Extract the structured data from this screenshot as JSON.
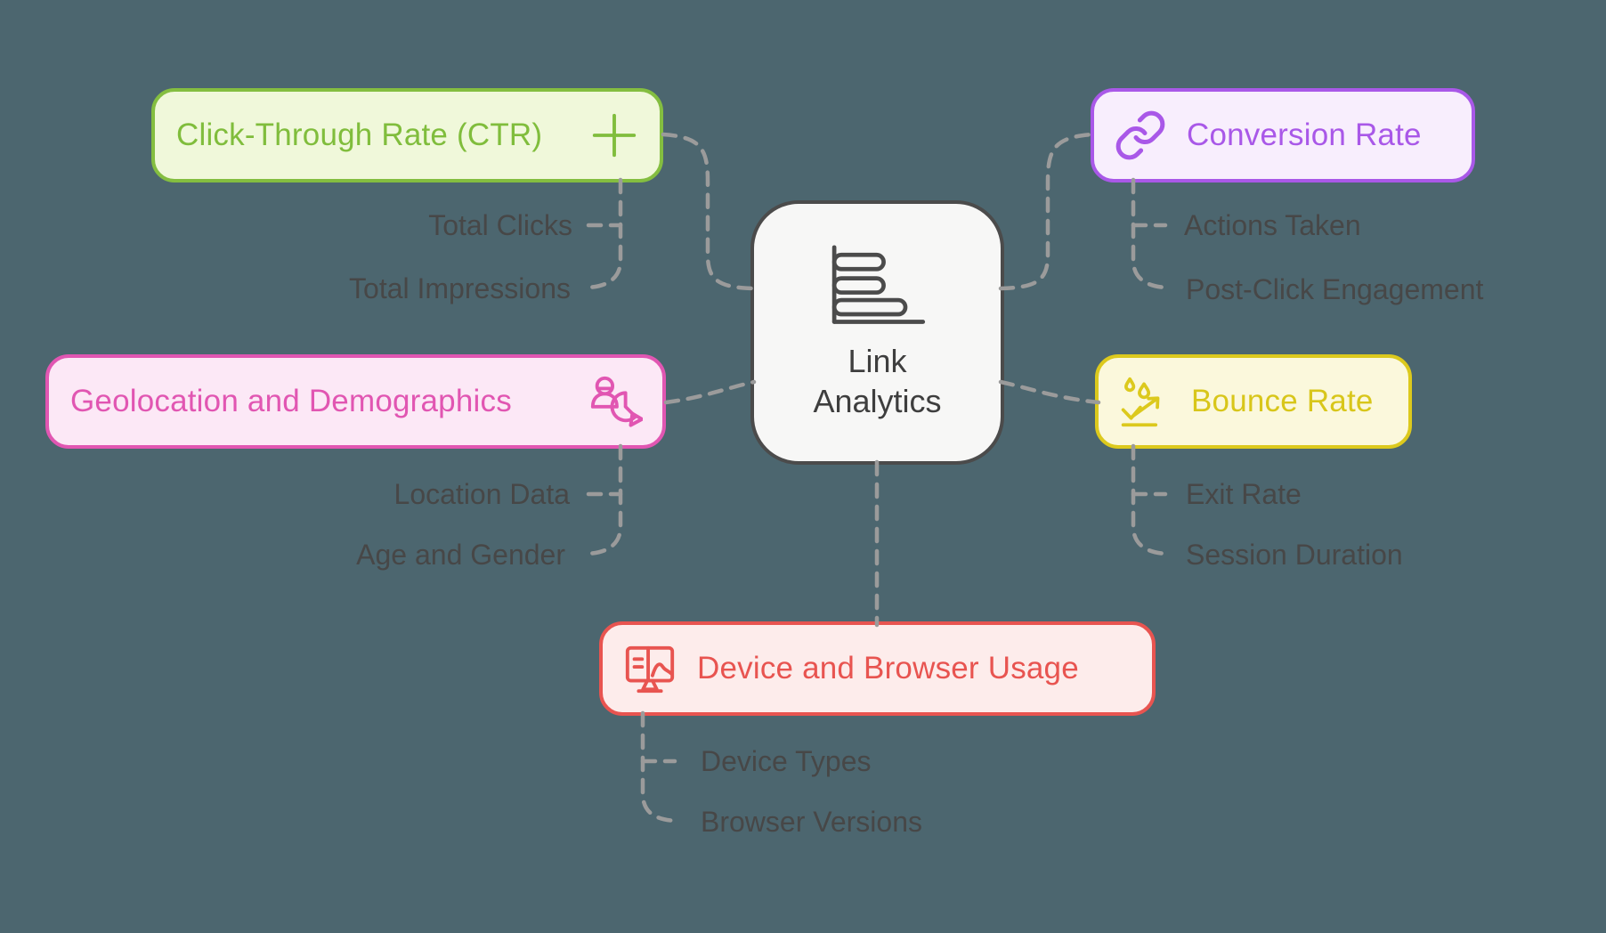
{
  "background_color": "#4C666F",
  "connector_color": "#9B9B9B",
  "center": {
    "icon": "bar-chart-icon",
    "line1": "Link",
    "line2": "Analytics",
    "fill": "#F7F7F6",
    "border_color": "#4B4B4B",
    "text_color": "#3E3E3E"
  },
  "branches": [
    {
      "label": "Click-Through Rate (CTR)",
      "icon": "plus-icon",
      "color": "#80BD3C",
      "fill": "#F0F8DA",
      "children": [
        "Total Clicks",
        "Total Impressions"
      ]
    },
    {
      "label": "Conversion Rate",
      "icon": "chain-icon",
      "color": "#A958E8",
      "fill": "#F8EEFD",
      "children": [
        "Actions Taken",
        "Post-Click Engagement"
      ]
    },
    {
      "label": "Geolocation and Demographics",
      "icon": "person-pie-icon",
      "color": "#E156B2",
      "fill": "#FCE8F6",
      "children": [
        "Location Data",
        "Age and Gender"
      ]
    },
    {
      "label": "Bounce Rate",
      "icon": "droplets-bounce-icon",
      "color": "#D8C61A",
      "fill": "#FBF8DC",
      "children": [
        "Exit Rate",
        "Session Duration"
      ]
    },
    {
      "label": "Device and Browser Usage",
      "icon": "monitor-icon",
      "color": "#E85450",
      "fill": "#FDECEB",
      "children": [
        "Device Types",
        "Browser Versions"
      ]
    }
  ],
  "child_text_color": "#474747"
}
